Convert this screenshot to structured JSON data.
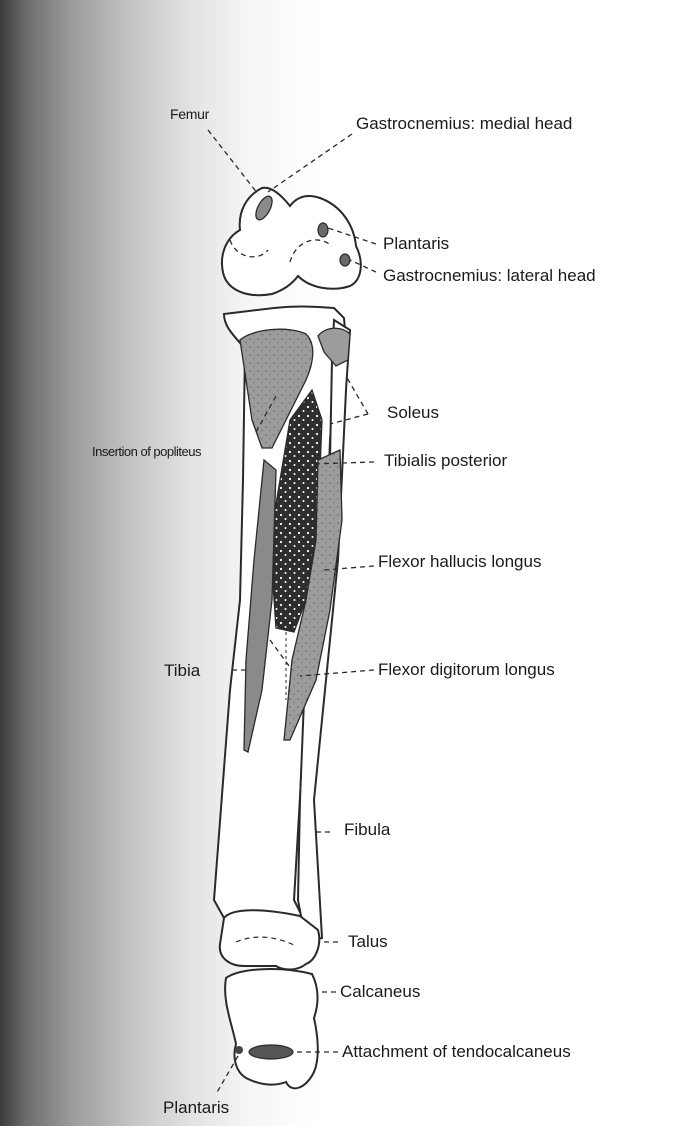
{
  "labels": {
    "femur": "Femur",
    "gastrocnemius_medial": "Gastrocnemius: medial head",
    "plantaris_top": "Plantaris",
    "gastrocnemius_lateral": "Gastrocnemius: lateral head",
    "soleus": "Soleus",
    "insertion_popliteus": "Insertion of popliteus",
    "tibialis_posterior": "Tibialis posterior",
    "flexor_hallucis": "Flexor hallucis longus",
    "tibia": "Tibia",
    "flexor_digitorum": "Flexor digitorum longus",
    "fibula": "Fibula",
    "talus": "Talus",
    "calcaneus": "Calcaneus",
    "tendocalcaneus": "Attachment of tendocalcaneus",
    "plantaris_bottom": "Plantaris"
  },
  "colors": {
    "outline": "#2a2a2a",
    "muscle_light": "#9c9c9c",
    "muscle_mid": "#8a8a8a",
    "muscle_dark": "#2e2e2e",
    "attachment": "#555555"
  }
}
